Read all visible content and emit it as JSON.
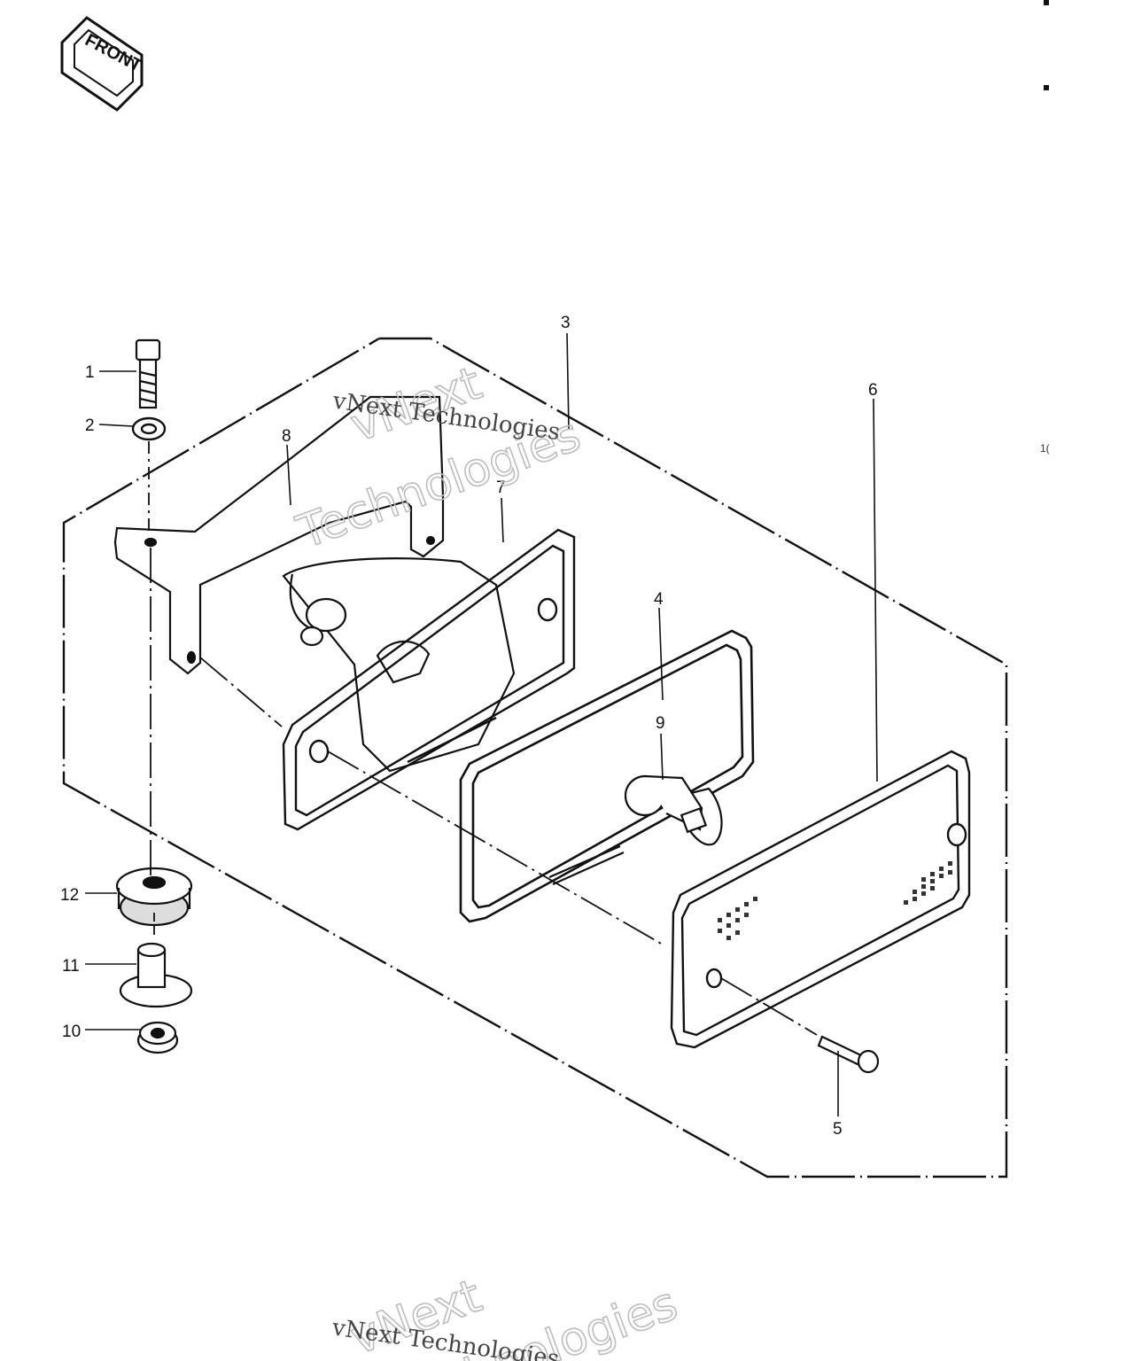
{
  "front_arrow": {
    "label": "FRONT"
  },
  "callouts": {
    "1": "1",
    "2": "2",
    "3": "3",
    "4": "4",
    "5": "5",
    "6": "6",
    "7": "7",
    "8": "8",
    "9": "9",
    "10": "10",
    "11": "11",
    "12": "12"
  },
  "watermark": {
    "outline_line1": "vNext",
    "outline_line2": "Technologies",
    "text": "vNext Technologies"
  },
  "edge_mark": "1("
}
